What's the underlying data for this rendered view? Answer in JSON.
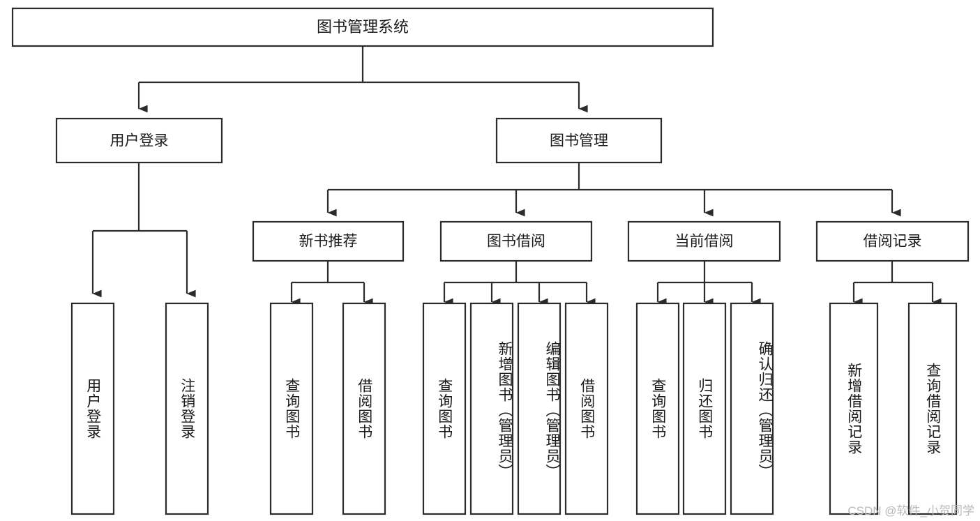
{
  "diagram": {
    "title": "图书管理系统",
    "type": "tree",
    "theme": {
      "background": "#ffffff",
      "box_fill": "#ffffff",
      "box_stroke": "#2b2b2b",
      "text": "#1a1a1a",
      "watermark": "#b9b9b9"
    },
    "root": {
      "label": "图书管理系统"
    },
    "level2": [
      {
        "label": "用户登录"
      },
      {
        "label": "图书管理"
      }
    ],
    "level3": [
      {
        "label": "新书推荐"
      },
      {
        "label": "图书借阅"
      },
      {
        "label": "当前借阅"
      },
      {
        "label": "借阅记录"
      }
    ],
    "leaves": {
      "user_login": [
        {
          "label": "用户登录"
        },
        {
          "label": "注销登录"
        }
      ],
      "new_book_recommend": [
        {
          "label": "查询图书"
        },
        {
          "label": "借阅图书"
        }
      ],
      "book_borrow": [
        {
          "label": "查询图书"
        },
        {
          "label": "新增图书（管理员）"
        },
        {
          "label": "编辑图书（管理员）"
        },
        {
          "label": "借阅图书"
        }
      ],
      "current_borrow": [
        {
          "label": "查询图书"
        },
        {
          "label": "归还图书"
        },
        {
          "label": "确认归还（管理员）"
        }
      ],
      "borrow_record": [
        {
          "label": "新增借阅记录"
        },
        {
          "label": "查询借阅记录"
        }
      ]
    }
  },
  "watermark": {
    "text": "CSDN @软件_小贺同学"
  }
}
